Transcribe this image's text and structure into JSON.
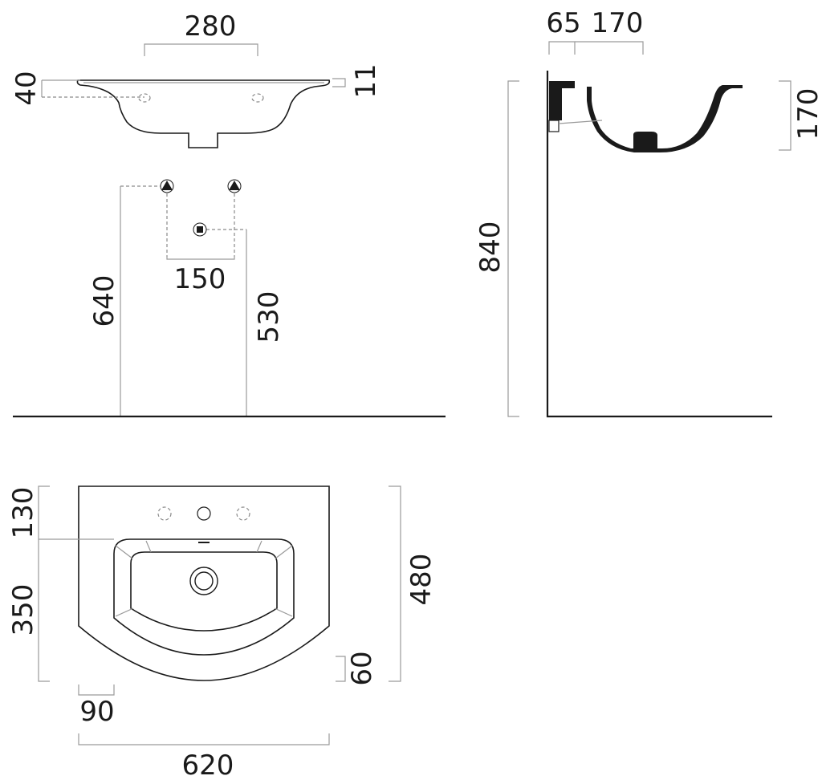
{
  "dimensions": {
    "front_view": {
      "tap_spacing": "280",
      "rim_thickness": "40",
      "rim_edge": "11",
      "outer_tap_spacing": "150",
      "supply_height": "640",
      "waste_height": "530"
    },
    "side_view": {
      "wall_offset": "65",
      "bowl_depth_from_wall": "170",
      "bowl_height": "170",
      "overall_height": "840"
    },
    "plan_view": {
      "tap_zone": "130",
      "bowl_length": "350",
      "overall_depth": "480",
      "front_lip": "60",
      "side_margin": "90",
      "overall_width": "620"
    }
  },
  "colors": {
    "line": "#1a1a1a",
    "dimension_line": "#9a9a9a",
    "background": "#ffffff"
  },
  "icons": {
    "hot_cold_supply": "triangle-in-circle",
    "waste_outlet": "square-in-circle"
  }
}
